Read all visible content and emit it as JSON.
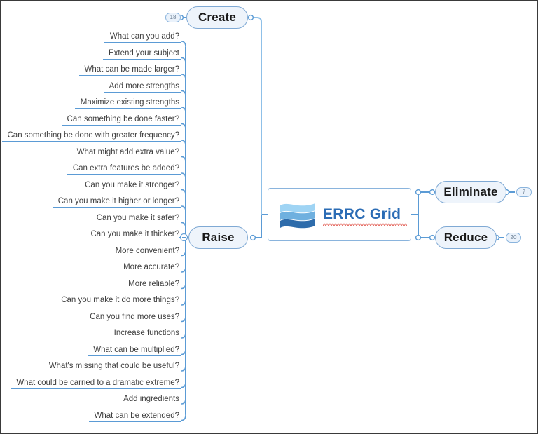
{
  "map": {
    "root": {
      "label": "ERRC Grid",
      "icon": "wave-flag-icon",
      "accent_color": "#2b6cb5",
      "border_color": "#8ab4dd",
      "spellcheck_underline": true
    },
    "branches": [
      {
        "id": "create",
        "label": "Create",
        "badge": "18",
        "side": "left"
      },
      {
        "id": "raise",
        "label": "Raise",
        "badge": "",
        "side": "left"
      },
      {
        "id": "eliminate",
        "label": "Eliminate",
        "badge": "7",
        "side": "right"
      },
      {
        "id": "reduce",
        "label": "Reduce",
        "badge": "20",
        "side": "right"
      }
    ],
    "raise_toggle": {
      "state": "expanded",
      "glyph": "minus"
    },
    "raise_children": [
      {
        "label": "What can you add?"
      },
      {
        "label": "Extend your subject"
      },
      {
        "label": "What can be made larger?"
      },
      {
        "label": "Add more strengths"
      },
      {
        "label": "Maximize existing strengths"
      },
      {
        "label": "Can something be done faster?"
      },
      {
        "label": "Can something be done with greater frequency?"
      },
      {
        "label": "What might add extra value?"
      },
      {
        "label": "Can extra features be added?"
      },
      {
        "label": "Can you make it stronger?"
      },
      {
        "label": "Can you make it higher or longer?"
      },
      {
        "label": "Can you make it safer?"
      },
      {
        "label": "Can you make it thicker?"
      },
      {
        "label": "More convenient?"
      },
      {
        "label": "More accurate?"
      },
      {
        "label": "More reliable?"
      },
      {
        "label": "Can you make it do more things?"
      },
      {
        "label": "Can you find more uses?"
      },
      {
        "label": "Increase functions"
      },
      {
        "label": "What can be multiplied?"
      },
      {
        "label": "What's missing that could be useful?"
      },
      {
        "label": "What could be carried to a dramatic extreme?"
      },
      {
        "label": "Add ingredients"
      },
      {
        "label": "What can be extended?"
      }
    ],
    "colors": {
      "line": "#5b9bd5",
      "pill_fill": "#eef4fb",
      "pill_border": "#7fa9d4",
      "text": "#3f3f3f",
      "canvas_border": "#3a3a3a"
    }
  }
}
